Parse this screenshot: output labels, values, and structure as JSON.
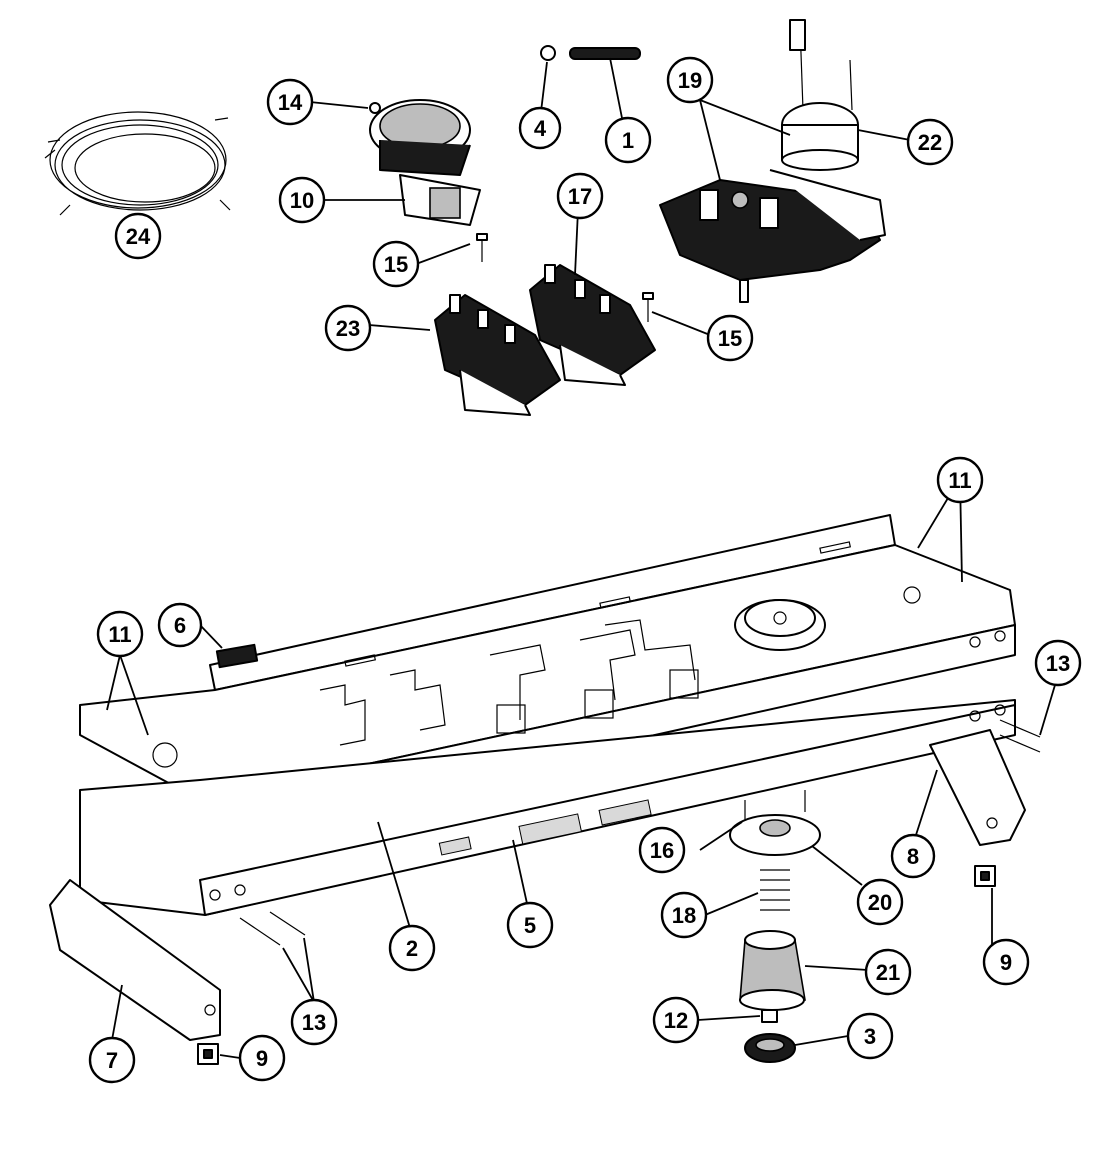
{
  "callouts": [
    {
      "id": "c1",
      "label": "1"
    },
    {
      "id": "c2",
      "label": "2"
    },
    {
      "id": "c3",
      "label": "3"
    },
    {
      "id": "c4",
      "label": "4"
    },
    {
      "id": "c5",
      "label": "5"
    },
    {
      "id": "c6",
      "label": "6"
    },
    {
      "id": "c7",
      "label": "7"
    },
    {
      "id": "c8",
      "label": "8"
    },
    {
      "id": "c9a",
      "label": "9"
    },
    {
      "id": "c9b",
      "label": "9"
    },
    {
      "id": "c10",
      "label": "10"
    },
    {
      "id": "c11a",
      "label": "11"
    },
    {
      "id": "c11b",
      "label": "11"
    },
    {
      "id": "c12",
      "label": "12"
    },
    {
      "id": "c13a",
      "label": "13"
    },
    {
      "id": "c13b",
      "label": "13"
    },
    {
      "id": "c14",
      "label": "14"
    },
    {
      "id": "c15a",
      "label": "15"
    },
    {
      "id": "c15b",
      "label": "15"
    },
    {
      "id": "c16",
      "label": "16"
    },
    {
      "id": "c17",
      "label": "17"
    },
    {
      "id": "c18",
      "label": "18"
    },
    {
      "id": "c19",
      "label": "19"
    },
    {
      "id": "c20",
      "label": "20"
    },
    {
      "id": "c21",
      "label": "21"
    },
    {
      "id": "c22",
      "label": "22"
    },
    {
      "id": "c23",
      "label": "23"
    },
    {
      "id": "c24",
      "label": "24"
    }
  ],
  "colors": {
    "line": "#000000",
    "background": "#ffffff",
    "dark_part": "#1a1a1a"
  }
}
